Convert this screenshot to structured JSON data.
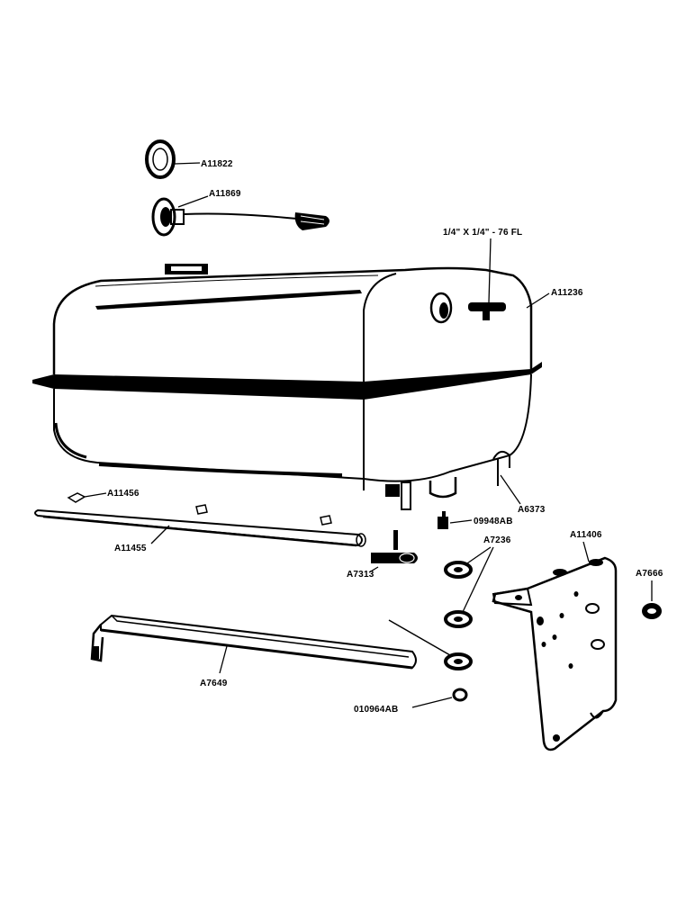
{
  "colors": {
    "ink": "#000000",
    "paper": "#ffffff"
  },
  "labels": {
    "a11822": "A11822",
    "a11869": "A11869",
    "fitting": "1/4\" X 1/4\" - 76 FL",
    "a11236": "A11236",
    "a11456": "A11456",
    "a11455": "A11455",
    "a6373": "A6373",
    "d9948ab": "09948AB",
    "a7236": "A7236",
    "a7313": "A7313",
    "a11406": "A11406",
    "a7666": "A7666",
    "a7649": "A7649",
    "d10964ab": "010964AB"
  }
}
